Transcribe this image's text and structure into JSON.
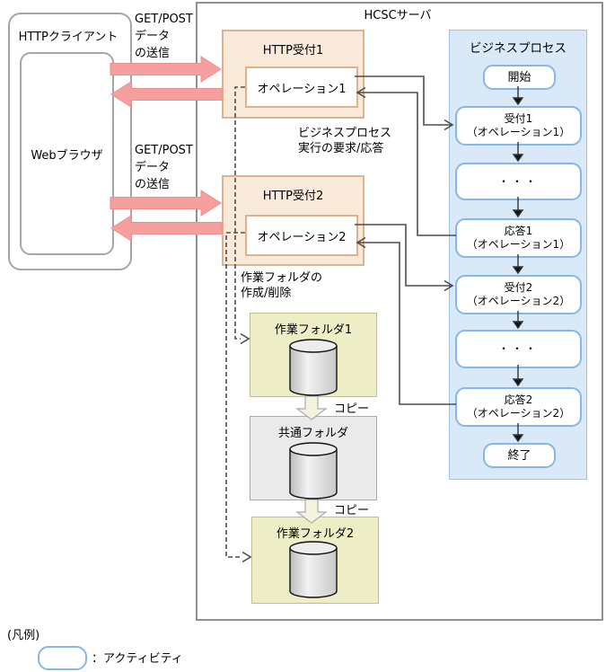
{
  "client": {
    "title": "HTTPクライアント",
    "browser": "Webブラウザ"
  },
  "labels": {
    "get_post_1": [
      "GET/POST",
      "データ",
      "の送信"
    ],
    "get_post_2": [
      "GET/POST",
      "データ",
      "の送信"
    ],
    "bp_request": [
      "ビジネスプロセス",
      "実行の要求/応答"
    ],
    "folder_ops": [
      "作業フォルダの",
      "作成/削除"
    ],
    "copy_1": "コピー",
    "copy_2": "コピー"
  },
  "server": {
    "title": "HCSCサーバ",
    "reception1": {
      "title": "HTTP受付1",
      "operation": "オペレーション1"
    },
    "reception2": {
      "title": "HTTP受付2",
      "operation": "オペレーション2"
    },
    "business_process": {
      "title": "ビジネスプロセス",
      "activities": [
        {
          "lines": [
            "開始"
          ]
        },
        {
          "lines": [
            "受付1",
            "（オペレーション1）"
          ]
        },
        {
          "lines": [
            "・・・"
          ]
        },
        {
          "lines": [
            "応答1",
            "（オペレーション1）"
          ]
        },
        {
          "lines": [
            "受付2",
            "（オペレーション2）"
          ]
        },
        {
          "lines": [
            "・・・"
          ]
        },
        {
          "lines": [
            "応答2",
            "（オペレーション2）"
          ]
        },
        {
          "lines": [
            "終了"
          ]
        }
      ]
    },
    "folders": [
      {
        "name": "作業フォルダ1"
      },
      {
        "name": "共通フォルダ"
      },
      {
        "name": "作業フォルダ2"
      }
    ]
  },
  "legend": {
    "title": "(凡例)",
    "activity": "：アクティビティ"
  },
  "colors": {
    "arrow_pink": "#F59F9F",
    "reception_fill": "#F9E9D9",
    "reception_border": "#DDB28C",
    "bp_panel_fill": "#DAE9F8",
    "bp_border": "#85B7E8",
    "work_folder_fill": "#EDEDC6",
    "common_folder_fill": "#EAEAEA",
    "copy_arrow_fill": "#F4F4DE",
    "connector": "#4D4D4D"
  }
}
